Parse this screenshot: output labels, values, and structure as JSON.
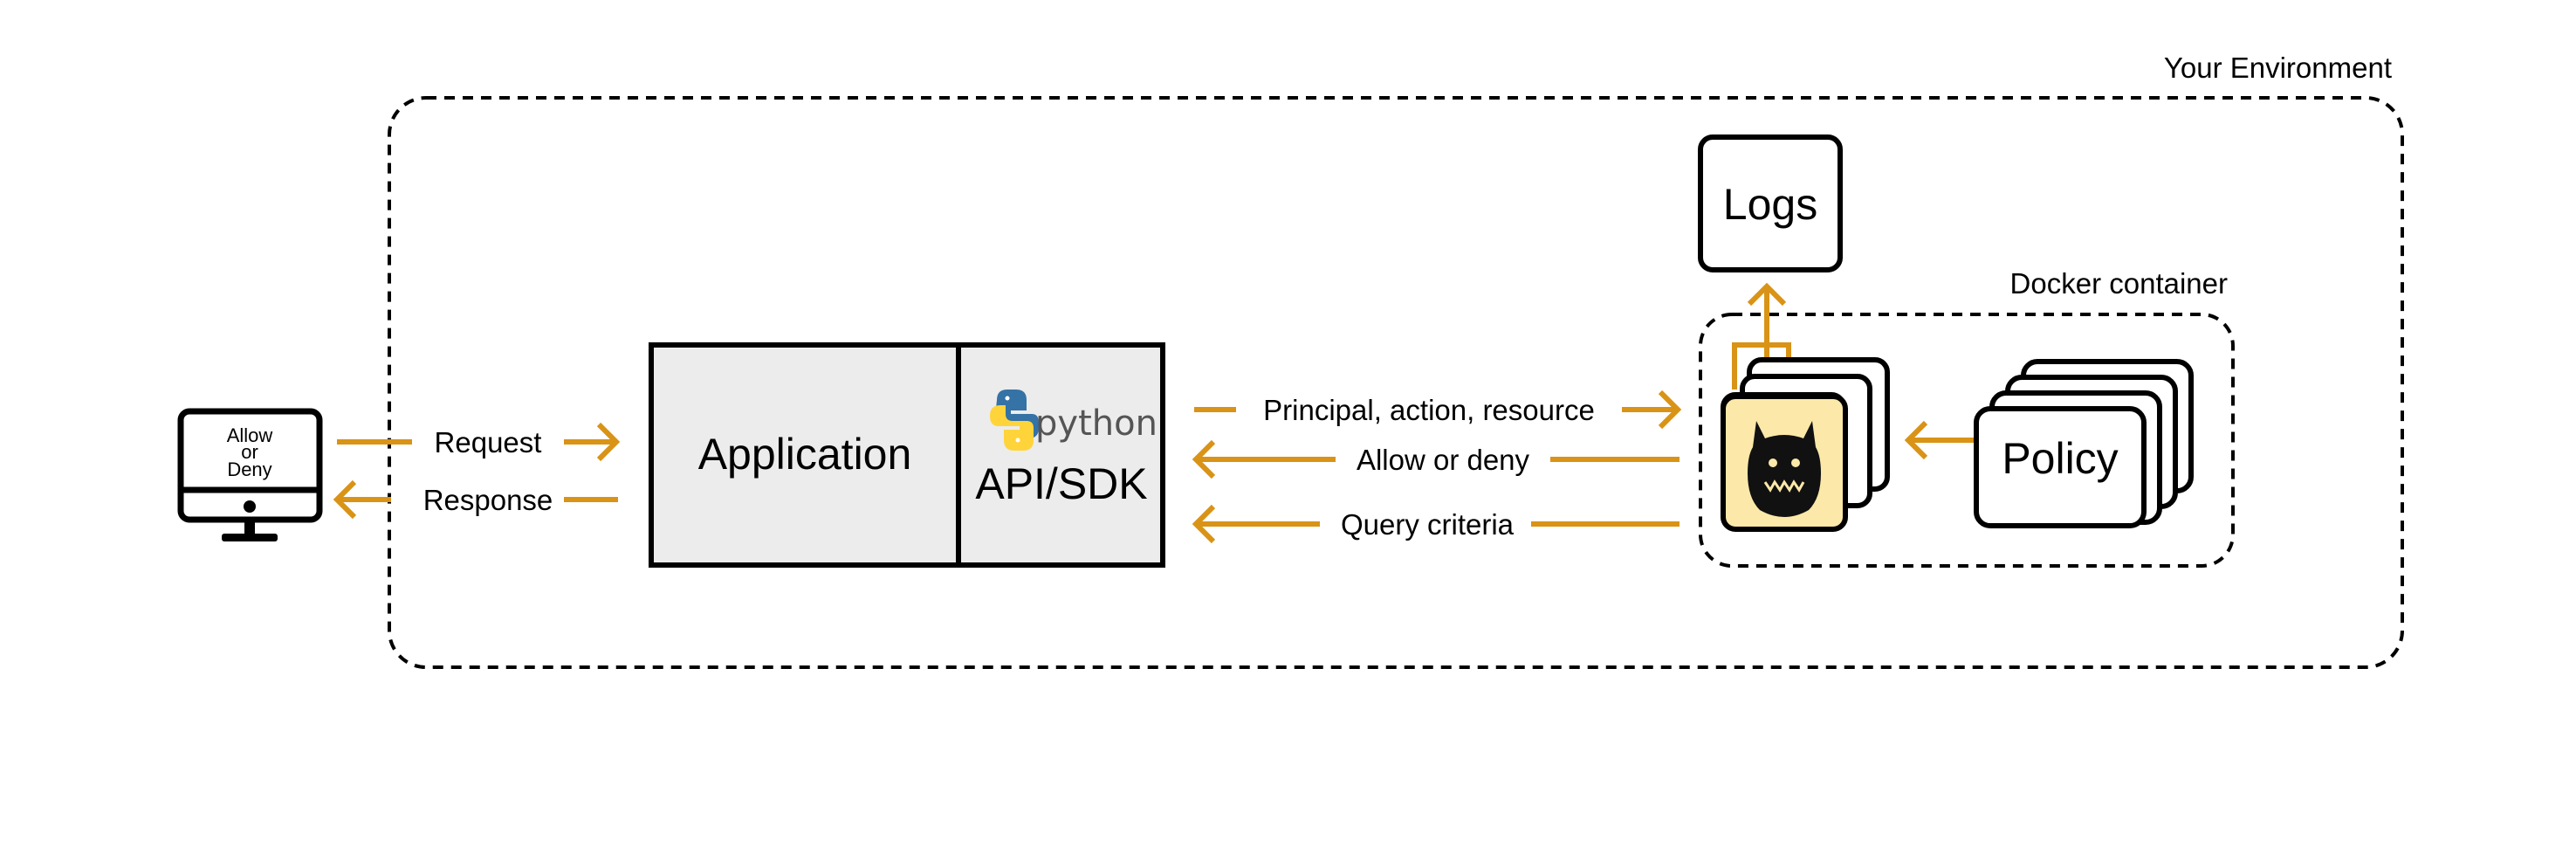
{
  "environment_label": "Your Environment",
  "docker_label": "Docker container",
  "monitor_screen_text": [
    "Allow",
    "or",
    "Deny"
  ],
  "request_label": "Request",
  "response_label": "Response",
  "application_label": "Application",
  "python_logo_text": "python",
  "api_sdk_label": "API/SDK",
  "principal_label": "Principal, action, resource",
  "allow_deny_label": "Allow or deny",
  "query_label": "Query criteria",
  "logs_label": "Logs",
  "policy_label": "Policy",
  "colors": {
    "arrow": "#D99316",
    "app_fill": "#ECECEC",
    "engine_fill": "#FCE8A8",
    "python_blue": "#3572A5",
    "python_yellow": "#FFD43B"
  }
}
